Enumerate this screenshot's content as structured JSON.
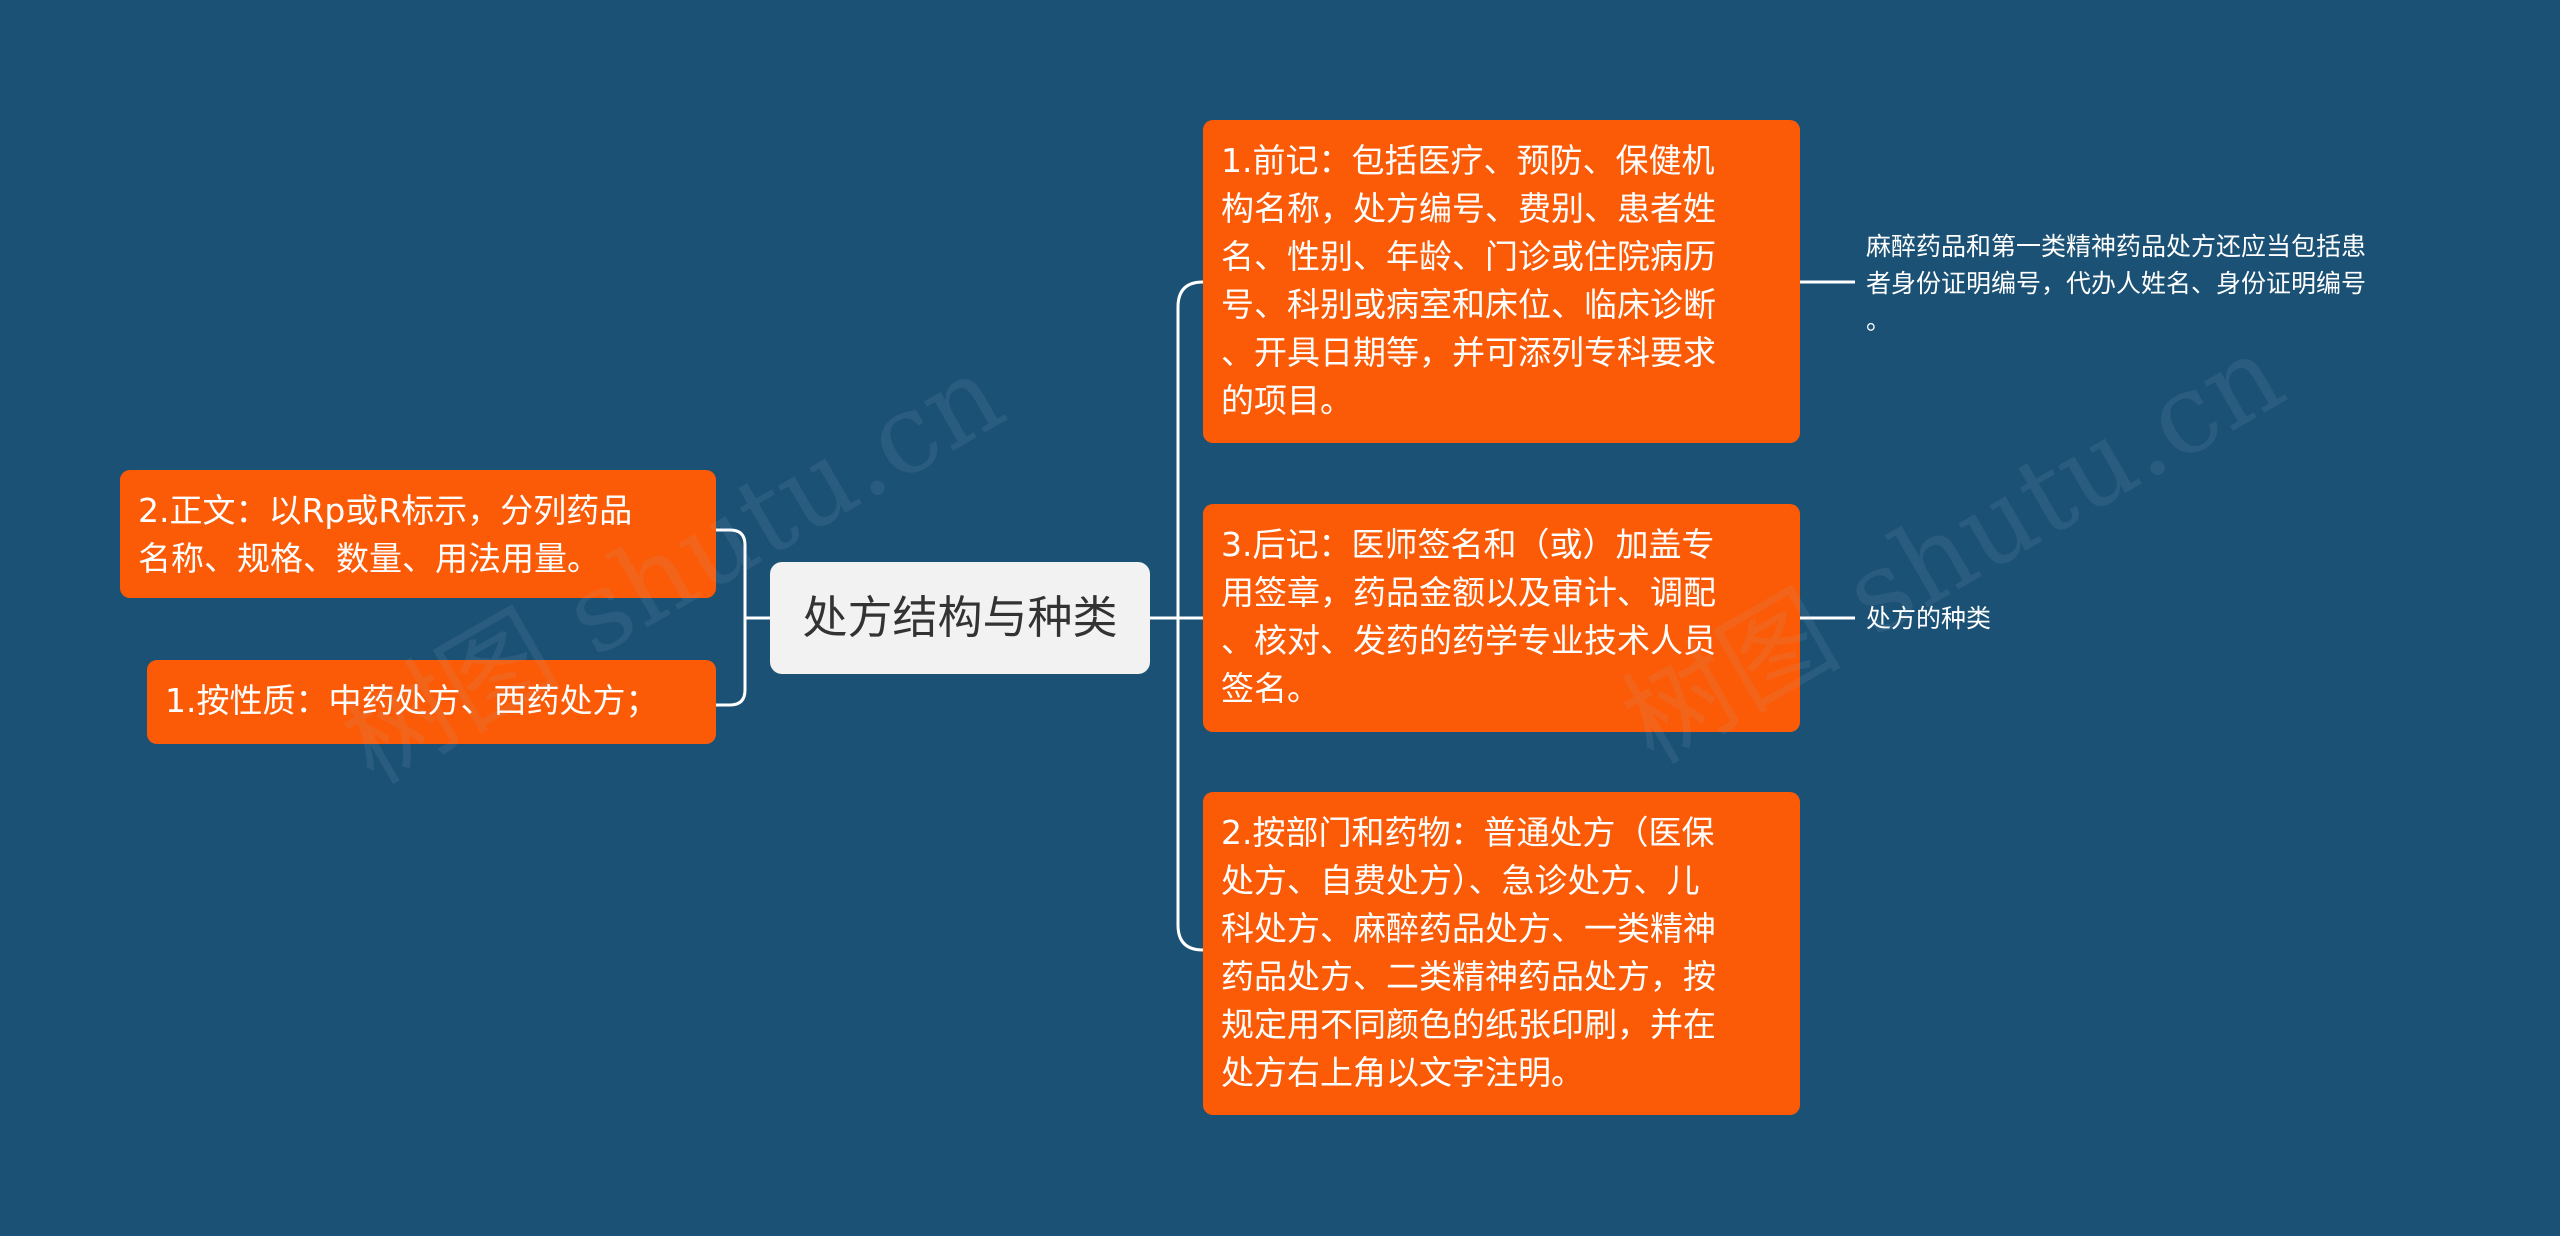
{
  "root": {
    "label": "处方结构与种类"
  },
  "left": {
    "zhengwen": "2.正文：以Rp或R标示，分列药品\n名称、规格、数量、用法用量。",
    "xingzhi": "1.按性质：中药处方、西药处方；"
  },
  "right": {
    "qianji": "1.前记：包括医疗、预防、保健机\n构名称，处方编号、费别、患者姓\n名、性别、年龄、门诊或住院病历\n号、科别或病室和床位、临床诊断\n、开具日期等，并可添列专科要求\n的项目。",
    "houji": "3.后记：医师签名和（或）加盖专\n用签章，药品金额以及审计、调配\n、核对、发药的药学专业技术人员\n签名。",
    "bumen": "2.按部门和药物：普通处方（医保\n处方、自费处方）、急诊处方、儿\n科处方、麻醉药品处方、一类精神\n药品处方、二类精神药品处方，按\n规定用不同颜色的纸张印刷，并在\n处方右上角以文字注明。"
  },
  "far_right": {
    "note": "麻醉药品和第一类精神药品处方还应当包括患\n者身份证明编号，代办人姓名、身份证明编号\n。",
    "kinds": "处方的种类"
  },
  "watermarks": [
    "树图 shutu.cn",
    "树图 shutu.cn"
  ],
  "colors": {
    "background": "#1b5175",
    "node_fill": "#fb5a06",
    "root_fill": "#f2f2f2",
    "connector": "#ffffff"
  }
}
